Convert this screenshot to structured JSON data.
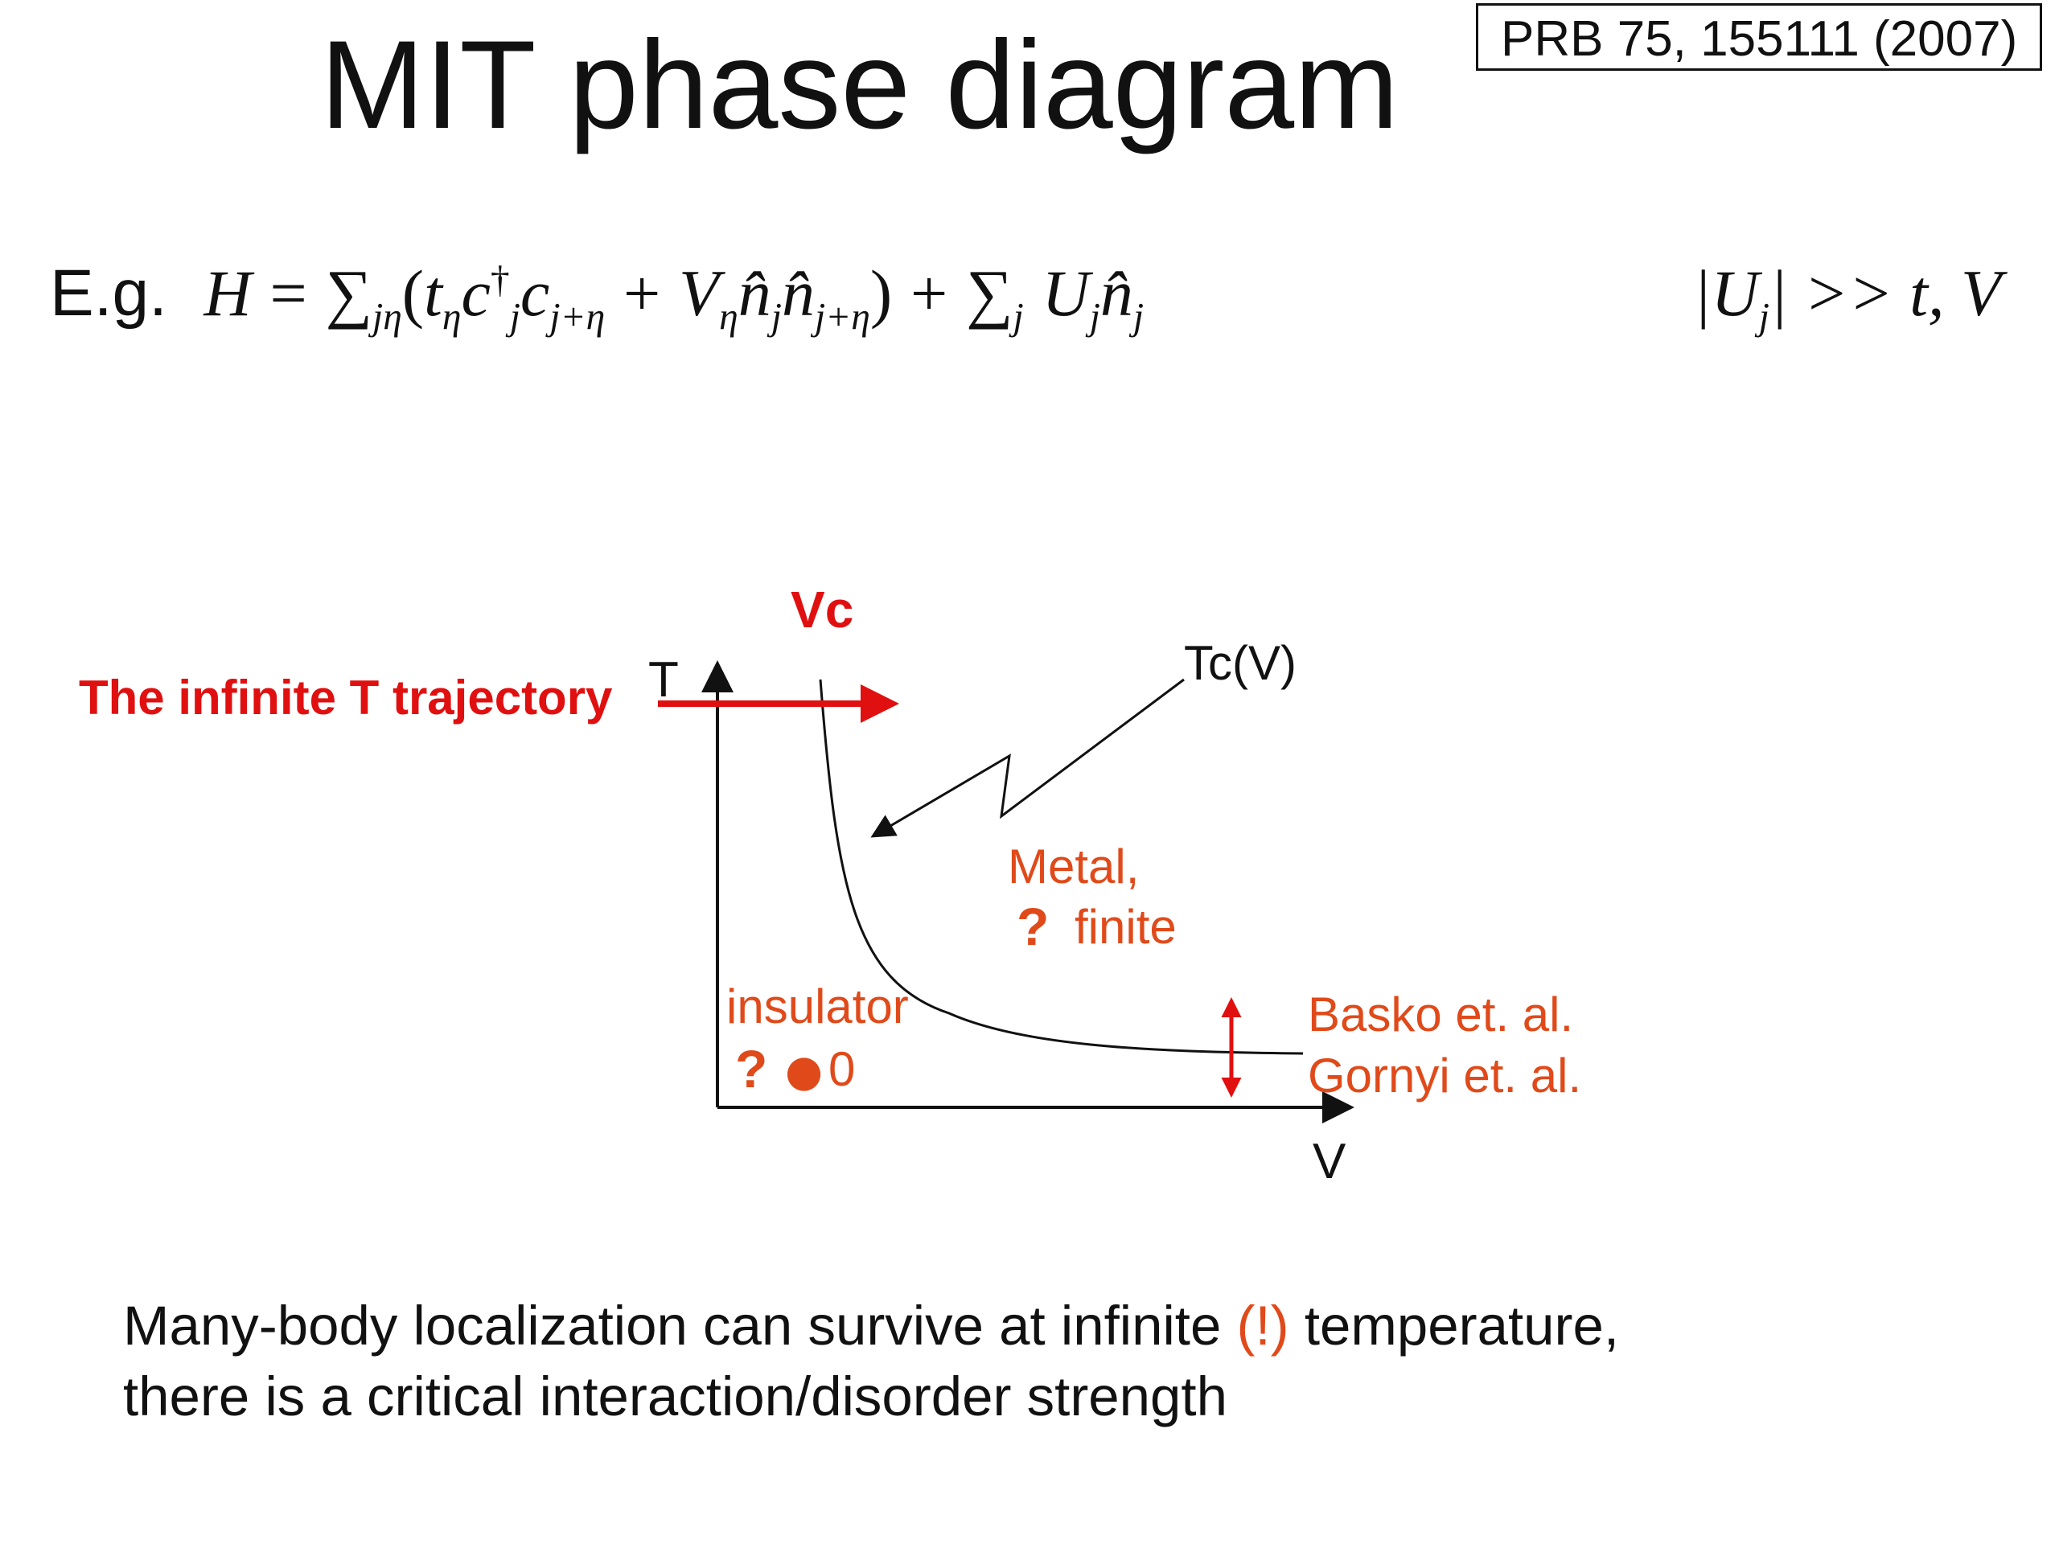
{
  "slide": {
    "title": "MIT phase diagram",
    "reference": "PRB 75, 155111 (2007)"
  },
  "equation": {
    "prefix": "E.g.",
    "H": "H",
    "equals": "=",
    "sum": "∑",
    "sum1_sub": "jη",
    "open": "(",
    "t": "t",
    "eta": "η",
    "c": "c",
    "dagger": "†",
    "j": "j",
    "j_plus_eta": "j+η",
    "plus": "+",
    "V": "V",
    "nhat": "n̂",
    "close": ")",
    "sum2_sub": "j",
    "U": "U"
  },
  "condition": {
    "text_left": "|U",
    "sub": "j",
    "text_right": "| >> t, V"
  },
  "diagram": {
    "y_axis_label": "T",
    "x_axis_label": "V",
    "vc_label": "Vc",
    "trajectory_label": "The infinite T trajectory",
    "tc_label": "Tc(V)",
    "metal_label": "Metal,",
    "metal_q": "?",
    "metal_value": "finite",
    "insulator_label": "insulator",
    "insulator_q": "?",
    "insulator_bullet": "●",
    "insulator_value": "0",
    "ref_line1": "Basko et. al.",
    "ref_line2": "Gornyi et. al.",
    "colors": {
      "trajectory": "#e01010",
      "labels": "#e04a1a",
      "lines": "#111111"
    }
  },
  "caption": {
    "line1_a": "Many-body localization can survive at infinite ",
    "line1_highlight": "(!)",
    "line1_b": " temperature,",
    "line2": "there is a critical interaction/disorder strength"
  }
}
